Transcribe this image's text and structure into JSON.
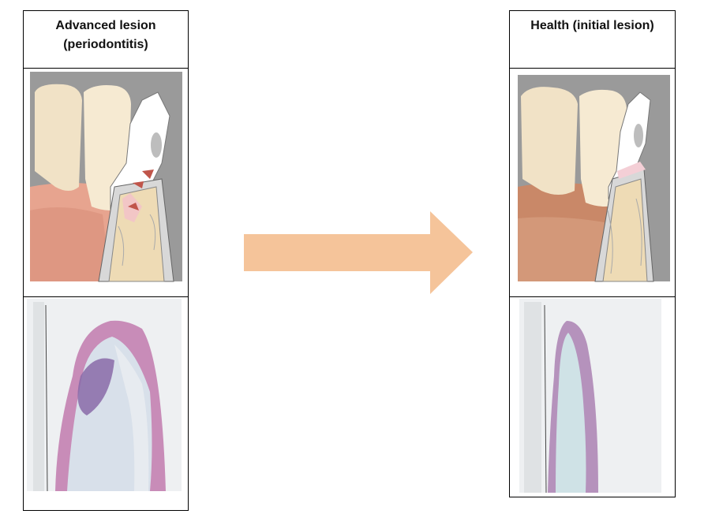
{
  "panels": {
    "left": {
      "title_line1": "Advanced lesion",
      "title_line2": "(periodontitis)"
    },
    "right": {
      "title": "Health (initial lesion)"
    }
  },
  "colors": {
    "arrow": "#f5c49a",
    "enamel_bg": "#8a8a8a",
    "gingiva_inflamed": "#e8a08a",
    "gingiva_healthy": "#c98868",
    "bone": "#eedbb5",
    "histology_pink": "#c88cb8",
    "histology_purple": "#8a6aa8",
    "histology_light": "#d8e0ea"
  }
}
